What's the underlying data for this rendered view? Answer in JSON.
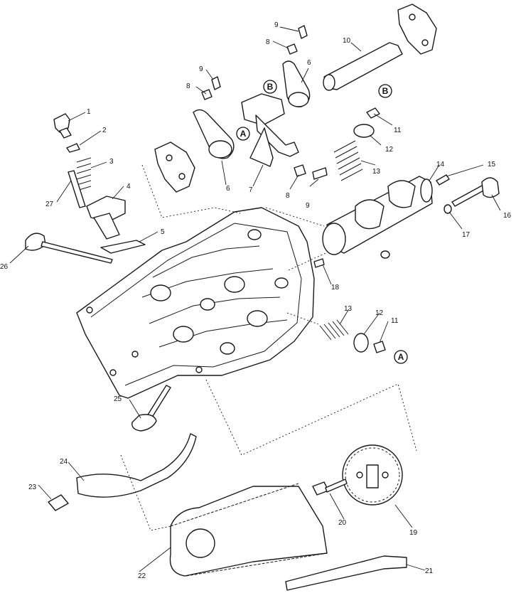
{
  "callouts": [
    "1",
    "2",
    "3",
    "4",
    "5",
    "6",
    "6",
    "7",
    "8",
    "8",
    "8",
    "9",
    "9",
    "9",
    "10",
    "11",
    "11",
    "12",
    "12",
    "13",
    "13",
    "14",
    "15",
    "16",
    "17",
    "18",
    "19",
    "20",
    "21",
    "22",
    "23",
    "24",
    "25",
    "26",
    "27"
  ],
  "reference_letters": [
    "A",
    "A",
    "B",
    "B"
  ]
}
